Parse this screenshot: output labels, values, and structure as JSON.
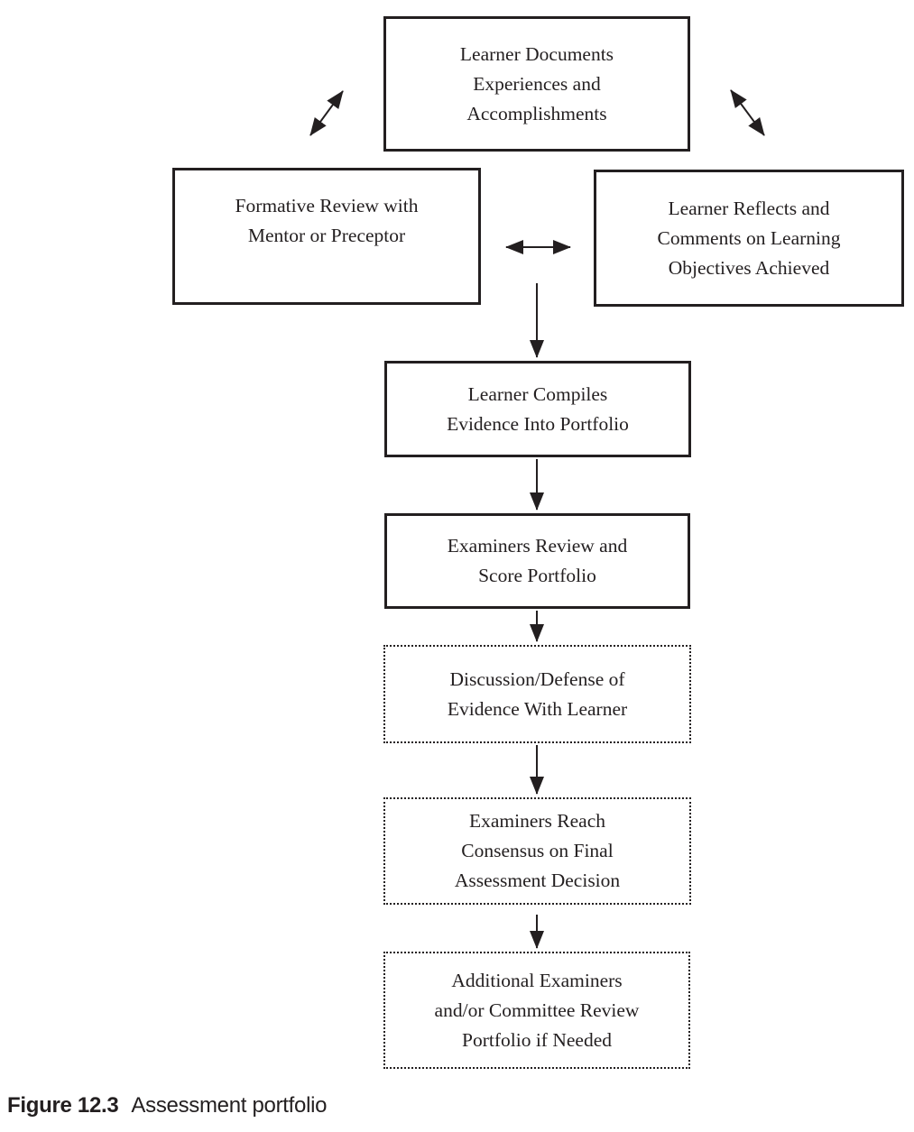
{
  "figure": {
    "caption_label": "Figure 12.3",
    "caption_title": "Assessment portfolio"
  },
  "flowchart": {
    "nodes": {
      "documents": "Learner Documents\nExperiences and\nAccomplishments",
      "formative": "Formative Review with\nMentor or Preceptor",
      "reflects": "Learner Reflects and\nComments on Learning\nObjectives Achieved",
      "compiles": "Learner Compiles\nEvidence Into Portfolio",
      "examiners": "Examiners Review and\nScore Portfolio",
      "discussion": "Discussion/Defense of\nEvidence With Learner",
      "consensus": "Examiners Reach\nConsensus on Final\nAssessment Decision",
      "additional": "Additional Examiners\nand/or Committee Review\nPortfolio if Needed"
    },
    "colors": {
      "ink": "#231f20",
      "background": "#ffffff"
    }
  }
}
